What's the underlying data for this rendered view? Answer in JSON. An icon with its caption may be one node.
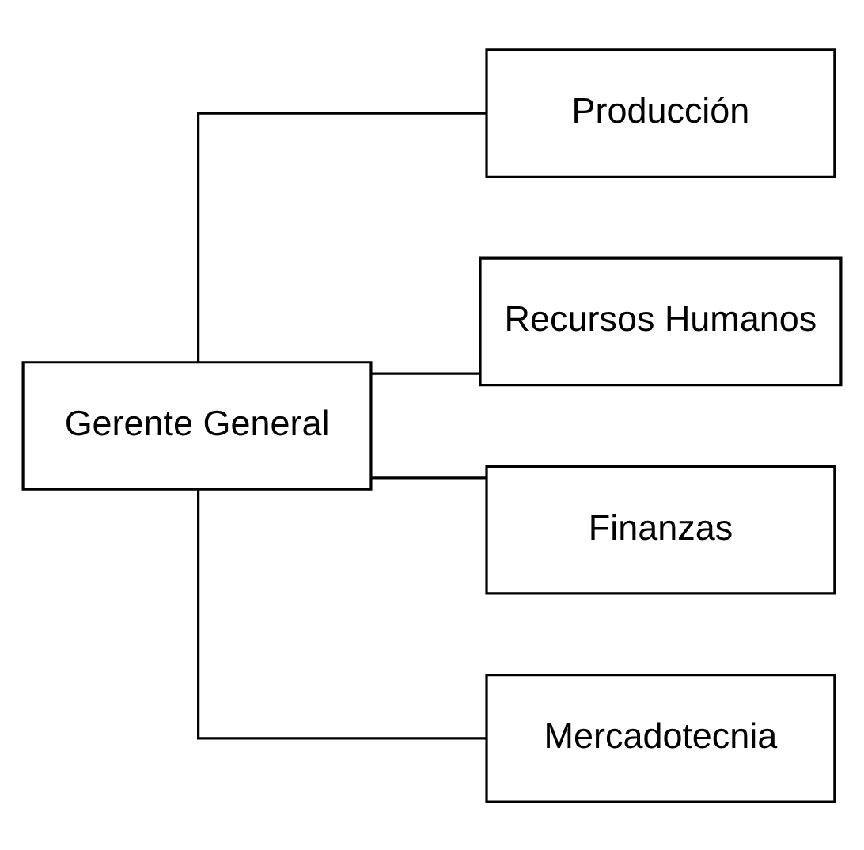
{
  "diagram": {
    "nodes": [
      {
        "text": [
          "Gerente General"
        ]
      },
      {
        "text": [
          "Producción"
        ]
      },
      {
        "text": [
          "Recursos Humanos"
        ]
      },
      {
        "text": [
          "Finanzas"
        ]
      },
      {
        "text": [
          "Mercadotecnia"
        ]
      }
    ],
    "edges": [
      {
        "from": 0,
        "to": 1,
        "arrow": "none"
      },
      {
        "from": 0,
        "to": 2,
        "arrow": "none"
      },
      {
        "from": 0,
        "to": 3,
        "arrow": "none"
      },
      {
        "from": 0,
        "to": 4,
        "arrow": "none"
      }
    ]
  }
}
